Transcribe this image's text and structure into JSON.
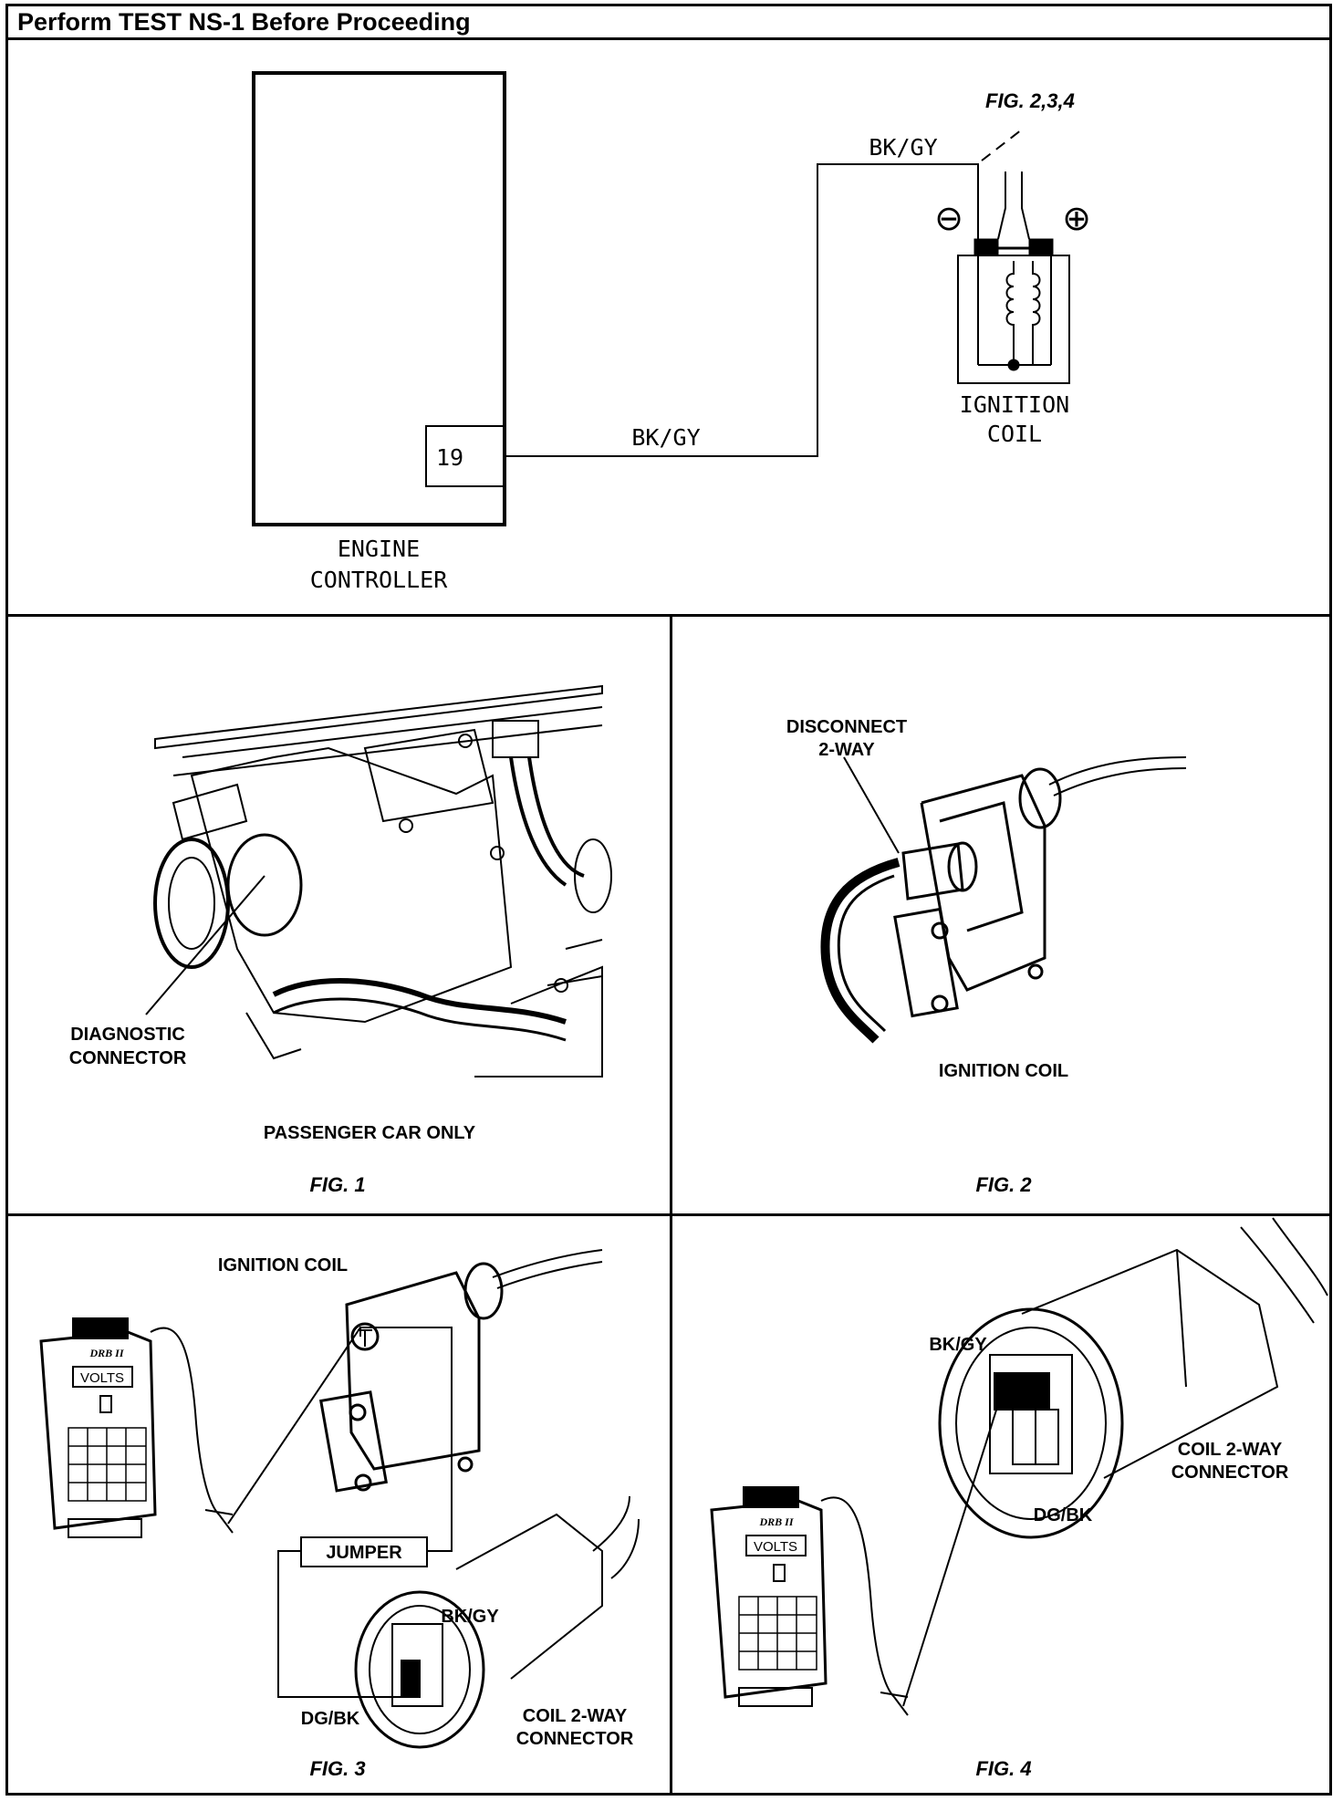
{
  "title": "Perform TEST NS-1 Before Proceeding",
  "schematic": {
    "module_pin": "19",
    "module_name_line1": "ENGINE",
    "module_name_line2": "CONTROLLER",
    "wire_top": "BK/GY",
    "wire_bottom": "BK/GY",
    "fig_ref": "FIG. 2,3,4",
    "coil_line1": "IGNITION",
    "coil_line2": "COIL",
    "neg_symbol": "⊖",
    "pos_symbol": "⊕"
  },
  "fig1": {
    "callout_line1": "DIAGNOSTIC",
    "callout_line2": "CONNECTOR",
    "caption": "PASSENGER CAR ONLY",
    "label": "FIG. 1"
  },
  "fig2": {
    "callout_line1": "DISCONNECT",
    "callout_line2": "2-WAY",
    "caption": "IGNITION COIL",
    "label": "FIG. 2"
  },
  "fig3": {
    "coil_label": "IGNITION COIL",
    "jumper_label": "JUMPER",
    "wire_a": "BK/GY",
    "wire_b": "DG/BK",
    "connector_line1": "COIL 2-WAY",
    "connector_line2": "CONNECTOR",
    "tester_brand": "DRB II",
    "tester_mode": "VOLTS",
    "label": "FIG. 3"
  },
  "fig4": {
    "wire_a": "BK/GY",
    "wire_b": "DG/BK",
    "connector_line1": "COIL 2-WAY",
    "connector_line2": "CONNECTOR",
    "tester_brand": "DRB II",
    "tester_mode": "VOLTS",
    "label": "FIG. 4"
  }
}
